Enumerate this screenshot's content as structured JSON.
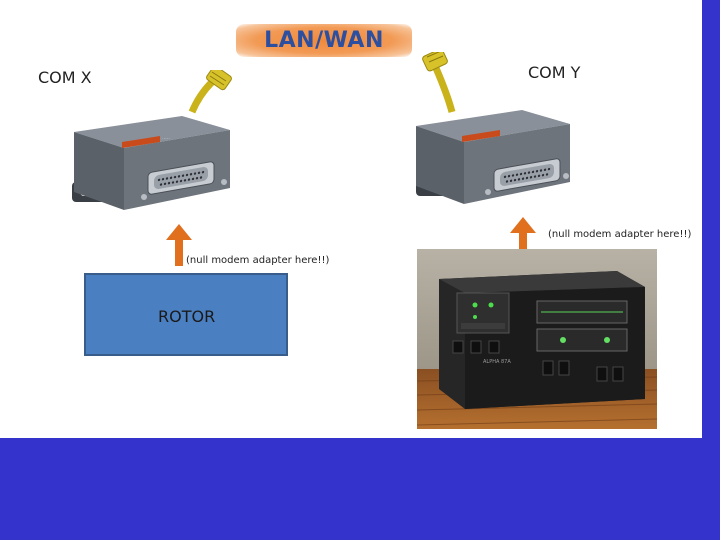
{
  "banner": {
    "title": "LAN/WAN"
  },
  "ports": {
    "left_label": "COM X",
    "right_label": "COM Y"
  },
  "notes": {
    "left": "(null modem adapter here!!)",
    "right": "(null modem adapter here!!)"
  },
  "rotor": {
    "label": "ROTOR"
  },
  "colors": {
    "background_blue": "#3434cc",
    "banner_orange": "#f08a3c",
    "banner_text": "#2d4fa0",
    "arrow_orange": "#e0701e",
    "rotor_box": "#4a7fc1"
  },
  "icons": {
    "device": "serial-device-server-icon",
    "cable": "ethernet-cable-icon",
    "arrow": "up-arrow-icon",
    "photo": "radio-amplifier-photo"
  }
}
